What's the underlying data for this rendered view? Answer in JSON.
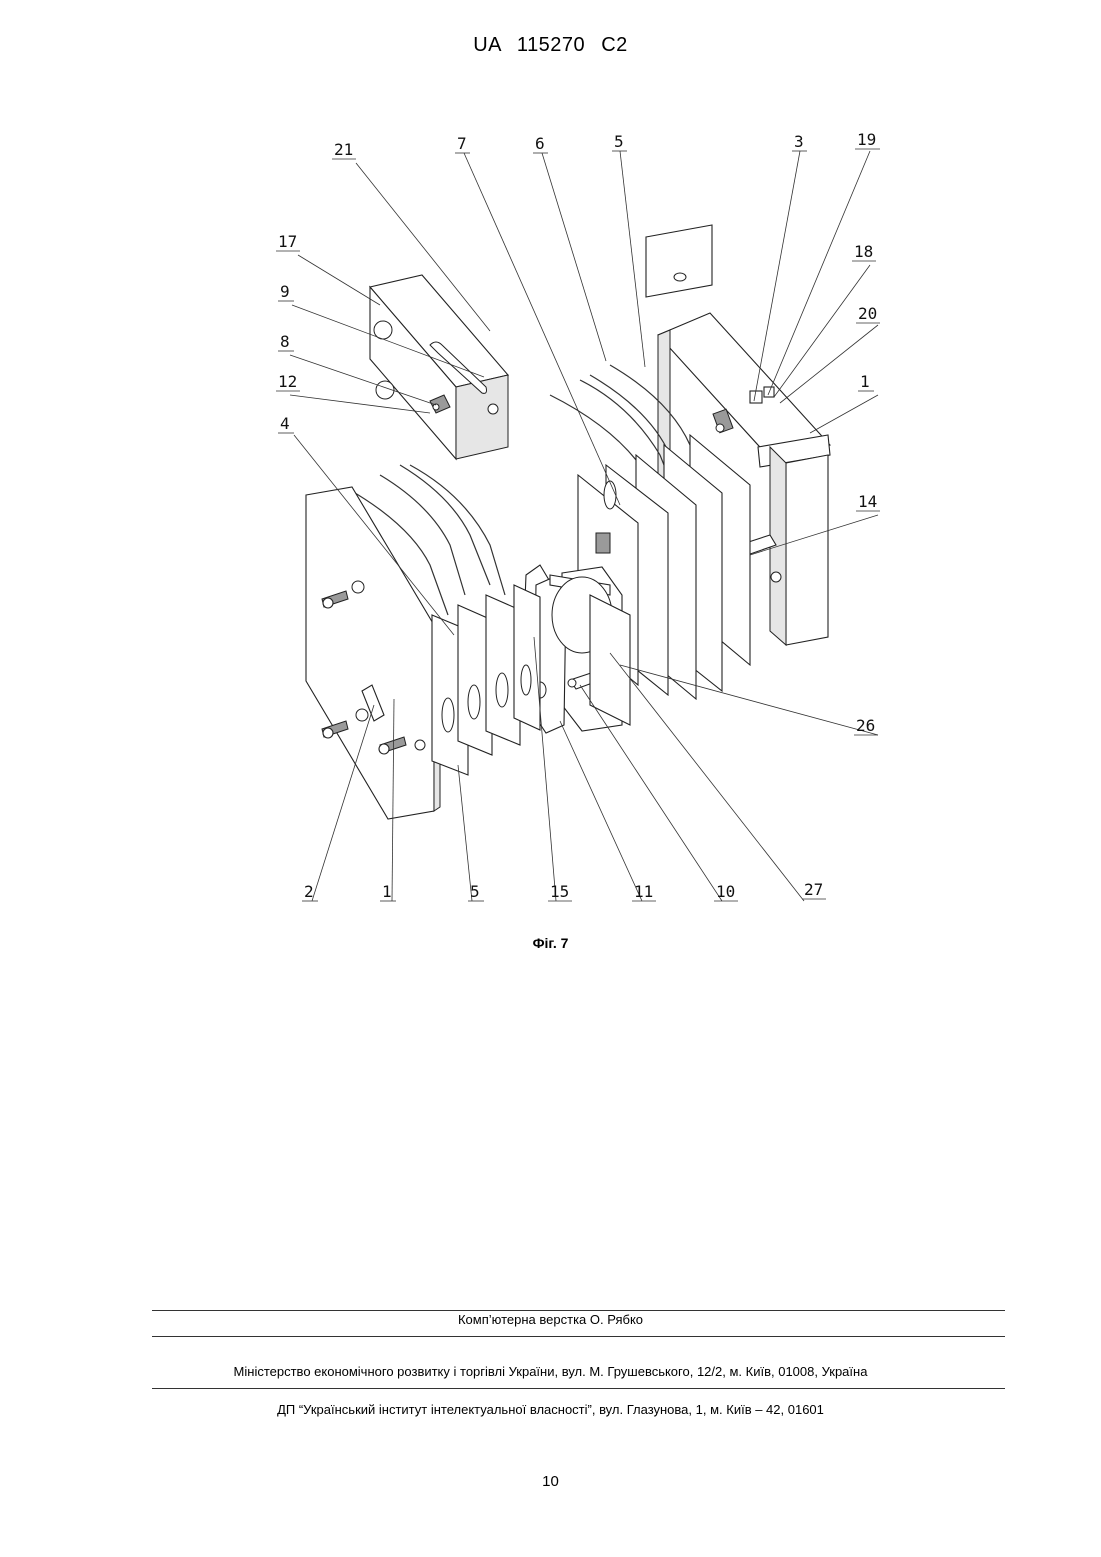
{
  "header": {
    "patent_number": "UA   115270   C2"
  },
  "figure": {
    "caption": "Фіг. 7",
    "labels": {
      "l21": "21",
      "l7": "7",
      "l6": "6",
      "l5_top": "5",
      "l3": "3",
      "l19": "19",
      "l17": "17",
      "l18": "18",
      "l9": "9",
      "l20": "20",
      "l8": "8",
      "l1_right": "1",
      "l12": "12",
      "l4": "4",
      "l14": "14",
      "l26": "26",
      "l2": "2",
      "l1_bottom": "1",
      "l5_bottom": "5",
      "l15": "15",
      "l11": "11",
      "l10": "10",
      "l27": "27"
    }
  },
  "footer": {
    "typesetting": "Комп’ютерна верстка О. Рябко",
    "ministry": "Міністерство економічного розвитку і торгівлі України, вул. М. Грушевського, 12/2, м. Київ, 01008, Україна",
    "institute": "ДП “Український інститут інтелектуальної власності”, вул. Глазунова, 1, м. Київ – 42, 01601"
  },
  "page_number": "10"
}
